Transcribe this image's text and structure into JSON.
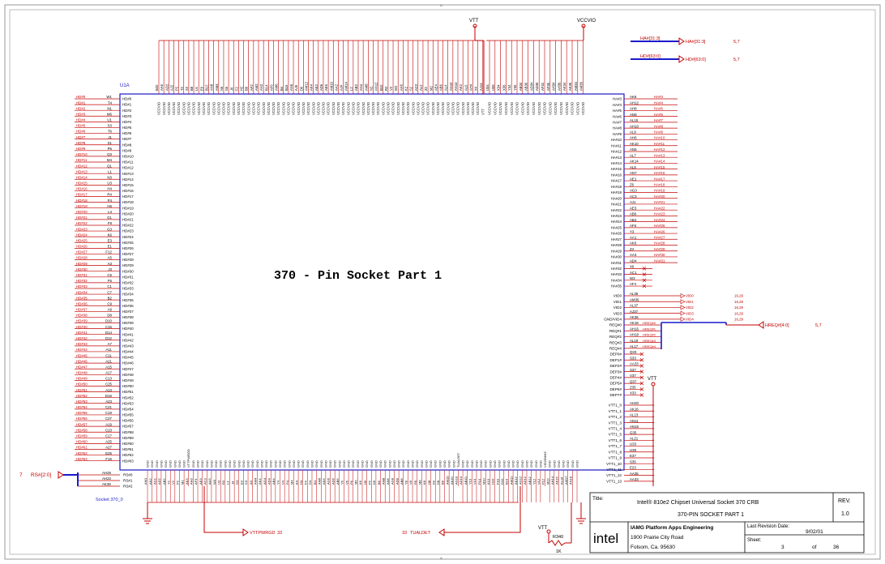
{
  "sheet_title": "370 - Pin Socket Part 1",
  "part": {
    "refdes": "U1A",
    "name": "Socket 370_0"
  },
  "power": {
    "vtt": "VTT",
    "vccvio": "VCCVIO",
    "vtt_right": "VTT",
    "vtt_bottom": "VTT"
  },
  "net_labels": {
    "ha_bus": "HA#[31:3]",
    "hd_bus": "HD#[63:0]",
    "ha_sheets": "5,7",
    "hd_sheets": "5,7",
    "hreq_bus": "HREQ#[4:0]",
    "hreq_sheets": "5,7",
    "rs_bus": "RS#[2:0]",
    "rs_sheet": "7",
    "vttpwrgd": "VTTPWRGD",
    "vttpwrgd_sheet": "33",
    "tualdet": "TUALDET",
    "tualdet_sheet": "33"
  },
  "resistor": {
    "refdes": "R340",
    "value": "1K"
  },
  "left_pins": {
    "hd_names": [
      "HD#0",
      "HD#1",
      "HD#2",
      "HD#3",
      "HD#4",
      "HD#5",
      "HD#6",
      "HD#7",
      "HD#8",
      "HD#9",
      "HD#10",
      "HD#11",
      "HD#12",
      "HD#13",
      "HD#14",
      "HD#15",
      "HD#16",
      "HD#17",
      "HD#18",
      "HD#19",
      "HD#20",
      "HD#21",
      "HD#22",
      "HD#23",
      "HD#24",
      "HD#25",
      "HD#26",
      "HD#27",
      "HD#28",
      "HD#29",
      "HD#30",
      "HD#31",
      "HD#32",
      "HD#33",
      "HD#34",
      "HD#35",
      "HD#36",
      "HD#37",
      "HD#38",
      "HD#39",
      "HD#40",
      "HD#41",
      "HD#42",
      "HD#43",
      "HD#44",
      "HD#45",
      "HD#46",
      "HD#47",
      "HD#48",
      "HD#49",
      "HD#50",
      "HD#51",
      "HD#52",
      "HD#53",
      "HD#54",
      "HD#55",
      "HD#56",
      "HD#57",
      "HD#58",
      "HD#59",
      "HD#60",
      "HD#61",
      "HD#62",
      "HD#63"
    ],
    "hd_numbers": [
      "W1",
      "T4",
      "N1",
      "M6",
      "U1",
      "S3",
      "T6",
      "J1",
      "S1",
      "P6",
      "Q3",
      "M4",
      "Q1",
      "L1",
      "N3",
      "U3",
      "H4",
      "R4",
      "P4",
      "H6",
      "L3",
      "G1",
      "F8",
      "G3",
      "K6",
      "E3",
      "E1",
      "F12",
      "A5",
      "A3",
      "J3",
      "C5",
      "F6",
      "C1",
      "C7",
      "B2",
      "C9",
      "A9",
      "D8",
      "D10",
      "C15",
      "D14",
      "D12",
      "A7",
      "A11",
      "C11",
      "A21",
      "A15",
      "A17",
      "C13",
      "C25",
      "A13",
      "D16",
      "A23",
      "C21",
      "C19",
      "C27",
      "A19",
      "C23",
      "C17",
      "A25",
      "A27",
      "E25",
      "F16"
    ],
    "rs_names": [
      "RS#0",
      "RS#1",
      "RS#2"
    ],
    "rs_numbers": [
      "AH26",
      "AH22",
      "AK28"
    ]
  },
  "right_pins": {
    "ha_names": [
      "HA#3",
      "HA#4",
      "HA#5",
      "HA#6",
      "HA#7",
      "HA#8",
      "HA#9",
      "HA#10",
      "HA#11",
      "HA#12",
      "HA#13",
      "HA#14",
      "HA#15",
      "HA#16",
      "HA#17",
      "HA#18",
      "HA#19",
      "HA#20",
      "HA#21",
      "HA#22",
      "HA#23",
      "HA#24",
      "HA#25",
      "HA#26",
      "HA#27",
      "HA#28",
      "HA#29",
      "HA#30",
      "HA#31",
      "HA#32",
      "HA#33",
      "HA#34",
      "HA#35"
    ],
    "ha_numbers": [
      "AK8",
      "AH12",
      "AH8",
      "AN9",
      "AL15",
      "AH10",
      "AL9",
      "AH6",
      "AK10",
      "AN5",
      "AL7",
      "AK14",
      "AL5",
      "AN7",
      "AE1",
      "Z6",
      "AG3",
      "AC3",
      "AJ1",
      "AE3",
      "AB6",
      "AB4",
      "AF6",
      "Y3",
      "AA1",
      "AK6",
      "Z4",
      "AA3",
      "AD4",
      "X6",
      "AC1",
      "W3",
      "AF4"
    ],
    "ha_nets": [
      "HA#3",
      "HA#4",
      "HA#5",
      "HA#6",
      "HA#7",
      "HA#8",
      "HA#9",
      "HA#10",
      "HA#11",
      "HA#12",
      "HA#13",
      "HA#14",
      "HA#15",
      "HA#16",
      "HA#17",
      "HA#18",
      "HA#19",
      "HA#20",
      "HA#21",
      "HA#22",
      "HA#23",
      "HA#24",
      "HA#25",
      "HA#26",
      "HA#27",
      "HA#28",
      "HA#29",
      "HA#30",
      "HA#31"
    ],
    "vid_names": [
      "VID0",
      "VID1",
      "VID2",
      "VID3",
      "GND/VID4"
    ],
    "vid_numbers": [
      "AL35",
      "AM36",
      "AL37",
      "AJ37",
      "AK36"
    ],
    "vid_nets": [
      "VID0",
      "VID1",
      "VID2",
      "VID3",
      "VID4"
    ],
    "vid_sheets": [
      "16,29",
      "16,29",
      "16,29",
      "16,29",
      "16,29"
    ],
    "req_names": [
      "REQ#0",
      "REQ#1",
      "REQ#2",
      "REQ#3",
      "REQ#4"
    ],
    "req_numbers": [
      "AK18",
      "AH16",
      "AH18",
      "AL19",
      "AL17"
    ],
    "req_nets": [
      "HREQ#0",
      "HREQ#1",
      "HREQ#2",
      "HREQ#3",
      "HREQ#4"
    ],
    "dep_names": [
      "DEP0#",
      "DEP1#",
      "DEP2#",
      "DEP3#",
      "DEP4#",
      "DEP5#",
      "DEP6#",
      "DEP7#"
    ],
    "dep_numbers": [
      "Q33",
      "S33",
      "AA33",
      "S37",
      "V37",
      "Q37",
      "Z35",
      "X33"
    ],
    "vtt_names": [
      "VTT1_0",
      "VTT1_1",
      "VTT1_2",
      "VTT1_3",
      "VTT1_4",
      "VTT1_5",
      "VTT1_6",
      "VTT1_7",
      "VTT1_8",
      "VTT1_9",
      "VTT1_10",
      "VTT1_11",
      "VTT1_12",
      "VTT1_13"
    ],
    "vtt_numbers": [
      "AH20",
      "AK16",
      "AL13",
      "AN11",
      "AN15",
      "G35",
      "AL21",
      "U33",
      "U35",
      "E37",
      "S35",
      "E23",
      "AA35",
      "AA33"
    ]
  },
  "top_pins": {
    "group1_names": [
      "VCCVIO",
      "VCCVIO",
      "VCCVIO",
      "VCCVIO",
      "VCCVIO",
      "VCCVIO",
      "VCCVIO",
      "VCCVIO",
      "VCCVIO",
      "VCCVIO",
      "VCCVIO",
      "VCCVIO",
      "VCCVIO",
      "VCCVIO",
      "VCCVIO",
      "VCCVIO",
      "VCCVIO",
      "VCCVIO",
      "VCCVIO",
      "VCCVIO",
      "VCCVIO",
      "VCCVIO",
      "VCCVIO",
      "VCCVIO",
      "VCCVIO",
      "VCCVIO",
      "VCCVIO",
      "VCCVIO",
      "VCCVIO",
      "VCCVIO",
      "VCCVIO",
      "VCCVIO",
      "VCCVIO",
      "VCCVIO",
      "VCCVIO",
      "VCCVIO",
      "VCCVIO",
      "VCCVIO",
      "VCCVIO",
      "VCCVIO",
      "VCCVIO",
      "VCCVIO",
      "VCCVIO",
      "VCCVIO",
      "VCCVIO",
      "VCCVIO",
      "VCCVIO",
      "VCCVIO",
      "VCCVIO",
      "VCCVIO",
      "VCCVIO",
      "VCCVIO",
      "VCCVIO",
      "VCCVIO",
      "VCCVIO",
      "VCCVIO",
      "VCCVIO",
      "VCCVIO",
      "VCCVIO",
      "VCCVIO",
      "VCCVIO",
      "VCCVIO",
      "VCCVIO",
      "VCCVIO",
      "VCCVIO",
      "VTT"
    ],
    "group1_numbers": [
      "B20",
      "AA5",
      "AD2",
      "AJ2",
      "P2",
      "T2",
      "X2",
      "B8",
      "L6",
      "E6",
      "B12",
      "AN8",
      "AM4",
      "N6",
      "S6",
      "J6",
      "F2",
      "H2",
      "B6",
      "AF2",
      "AM2",
      "AN2",
      "B14",
      "AF6",
      "AM6",
      "B4",
      "B16",
      "AN6",
      "AJ6",
      "D6",
      "AM12",
      "AK4",
      "AE2",
      "AD6",
      "AE6",
      "AM10",
      "AA2",
      "AJ4",
      "AM14",
      "L2",
      "AB2",
      "AN4",
      "AM8",
      "N2",
      "AN12",
      "B10",
      "R2",
      "V2",
      "W2",
      "AA6",
      "K2",
      "S2",
      "AC2",
      "AL2",
      "Z2",
      "M2",
      "AE4",
      "AB6",
      "AL4",
      "AN10",
      "AN14",
      "AK2",
      "AL6",
      "AH4",
      "X4",
      "AJ14"
    ],
    "group2_names": [
      "VCCVIO",
      "VCCVIO",
      "VCCVIO",
      "VCCVIO",
      "VCCVIO",
      "VCCVIO",
      "VCCVIO",
      "VCCVIO",
      "VCCVIO",
      "VCCVIO",
      "VCCVIO",
      "VCCVIO",
      "VCCVIO",
      "VCCVIO",
      "VCCVIO",
      "VCCVIO",
      "VCCVIO",
      "VCCVIO"
    ],
    "group2_numbers": [
      "U34",
      "U36",
      "X34",
      "X36",
      "Y34",
      "Y36",
      "AB34",
      "AB36",
      "AD34",
      "AD36",
      "AF34",
      "AF36",
      "AH34",
      "AH36",
      "AK34",
      "AK36",
      "AM34",
      "AM36"
    ]
  },
  "bottom_pins": {
    "names": [
      "GND",
      "GND",
      "GND",
      "GND",
      "GND",
      "GND",
      "GND",
      "GND",
      "GND",
      "VTTPWRGD",
      "GND",
      "GND",
      "GND",
      "GND",
      "GND",
      "GND",
      "GND",
      "GND",
      "GND",
      "GND",
      "GND",
      "GND",
      "GND",
      "GND",
      "GND",
      "GND",
      "GND",
      "GND",
      "GND",
      "GND",
      "GND",
      "GND",
      "GND",
      "GND",
      "GND",
      "GND",
      "GND",
      "GND",
      "GND",
      "GND",
      "GND",
      "GND",
      "GND",
      "GND",
      "GND",
      "GND",
      "GND",
      "GND",
      "GND",
      "GND",
      "GND",
      "GND",
      "GND",
      "GND",
      "GND",
      "GND",
      "GND",
      "GND",
      "GND",
      "GND",
      "GND",
      "GND",
      "GND",
      "GND",
      "GND",
      "GND",
      "GND",
      "GND",
      "TUALDET",
      "GND",
      "GND",
      "GND",
      "GND",
      "GND",
      "GND",
      "GND",
      "GND",
      "GND",
      "GND",
      "GND",
      "GND",
      "GND",
      "GND",
      "GND",
      "GND",
      "GND",
      "GND",
      "VID25MHZ",
      "GND",
      "GND",
      "GND",
      "GND",
      "GND",
      "GND",
      "GND"
    ],
    "numbers": [
      "AM1",
      "AK2",
      "AG1",
      "AD2",
      "AB2",
      "Y2",
      "V2",
      "P2",
      "M2",
      "AK3",
      "AH3",
      "AF3",
      "AE3",
      "AC3",
      "AA3",
      "W3",
      "U3",
      "R3",
      "L3",
      "J3",
      "G3",
      "E3",
      "C3",
      "A3",
      "AM4",
      "AK4",
      "AG4",
      "AD4",
      "AB4",
      "Y4",
      "V4",
      "P4",
      "M4",
      "K4",
      "H4",
      "F4",
      "D4",
      "B4",
      "AM6",
      "AK6",
      "AG6",
      "AD6",
      "AB6",
      "Y6",
      "V6",
      "P6",
      "M6",
      "K6",
      "H6",
      "F6",
      "D6",
      "B6",
      "AM8",
      "AK8",
      "AG8",
      "AD8",
      "AB8",
      "Y8",
      "V8",
      "P8",
      "M8",
      "K8",
      "H8",
      "F8",
      "D8",
      "B8",
      "AM10",
      "AK10",
      "AG10",
      "AD10",
      "AB10",
      "Y10",
      "V10",
      "P10",
      "M10",
      "K10",
      "H10",
      "F10",
      "D10",
      "B10",
      "AM12",
      "AK12",
      "AG12",
      "AD12",
      "AB12",
      "Y12",
      "V12",
      "P12",
      "M12",
      "AH14",
      "AK15",
      "AL16",
      "AM17",
      "AN18"
    ]
  },
  "title_block": {
    "title_label": "Title:",
    "title_line1": "Intel® 810e2 Chipset Universal Socket 370 CRB",
    "title_line2": "370-PIN SOCKET PART 1",
    "rev_label": "REV.",
    "rev": "1.0",
    "org_line1": "IAMG Platform Apps Engineering",
    "org_line2": "1900 Prairie City Road",
    "org_line3": "Folsom, Ca. 95630",
    "logo": "intel",
    "last_rev_label": "Last Revision Date:",
    "last_rev_date": "9/02/01",
    "sheet_label": "Sheet:",
    "sheet_num": "3",
    "of_label": "of",
    "sheet_total": "36"
  },
  "colors": {
    "wire": "#c40000",
    "body": "#1a1acc",
    "text": "#000000",
    "dot": "#c40000"
  }
}
